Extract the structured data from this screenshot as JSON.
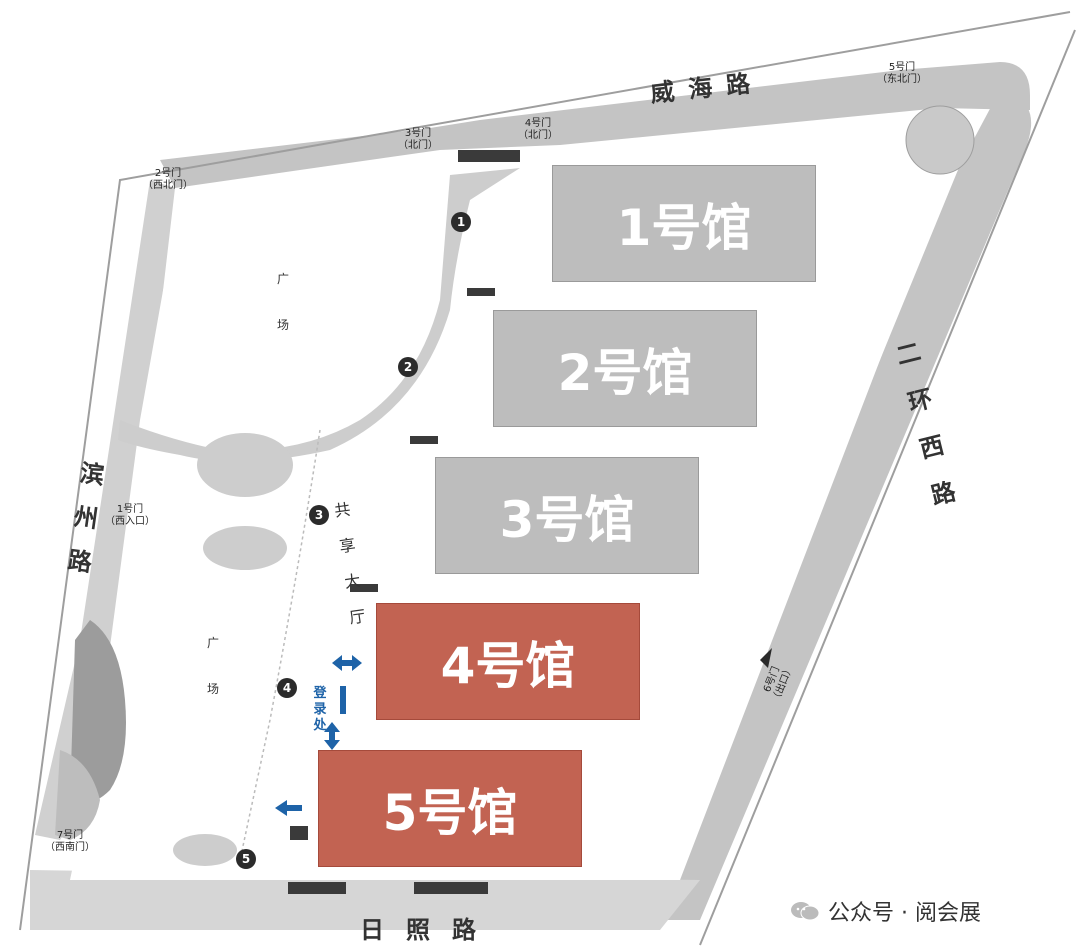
{
  "roads": {
    "north": "威海路",
    "south": "日照路",
    "west": "滨州路",
    "east": "二环西路"
  },
  "gates": {
    "g1": {
      "name": "1号门",
      "sub": "（西入口）"
    },
    "g2": {
      "name": "2号门",
      "sub": "（西北门）"
    },
    "g3": {
      "name": "3号门",
      "sub": "（北门）"
    },
    "g4": {
      "name": "4号门",
      "sub": "（北门）"
    },
    "g5": {
      "name": "5号门",
      "sub": "（东北门）"
    },
    "g6": {
      "name": "6号门",
      "sub": "（出口）"
    },
    "g7": {
      "name": "7号门",
      "sub": "（西南门）"
    }
  },
  "halls": [
    {
      "label": "1号馆",
      "color": "#bdbdbd"
    },
    {
      "label": "2号馆",
      "color": "#bdbdbd"
    },
    {
      "label": "3号馆",
      "color": "#bdbdbd"
    },
    {
      "label": "4号馆",
      "color": "#c26352"
    },
    {
      "label": "5号馆",
      "color": "#c26352"
    }
  ],
  "plaza_north": "广场",
  "plaza_south": "广场",
  "shared_hall": "共享大厅",
  "registration": "登录处",
  "markers": [
    "1",
    "2",
    "3",
    "4",
    "5"
  ],
  "watermark": "公众号 · 阅会展",
  "colors": {
    "road": "#b5b5b5",
    "hall_gray": "#bdbdbd",
    "hall_red": "#c26352",
    "accent_blue": "#1e63a8",
    "greenery": "#cfcfcf"
  }
}
